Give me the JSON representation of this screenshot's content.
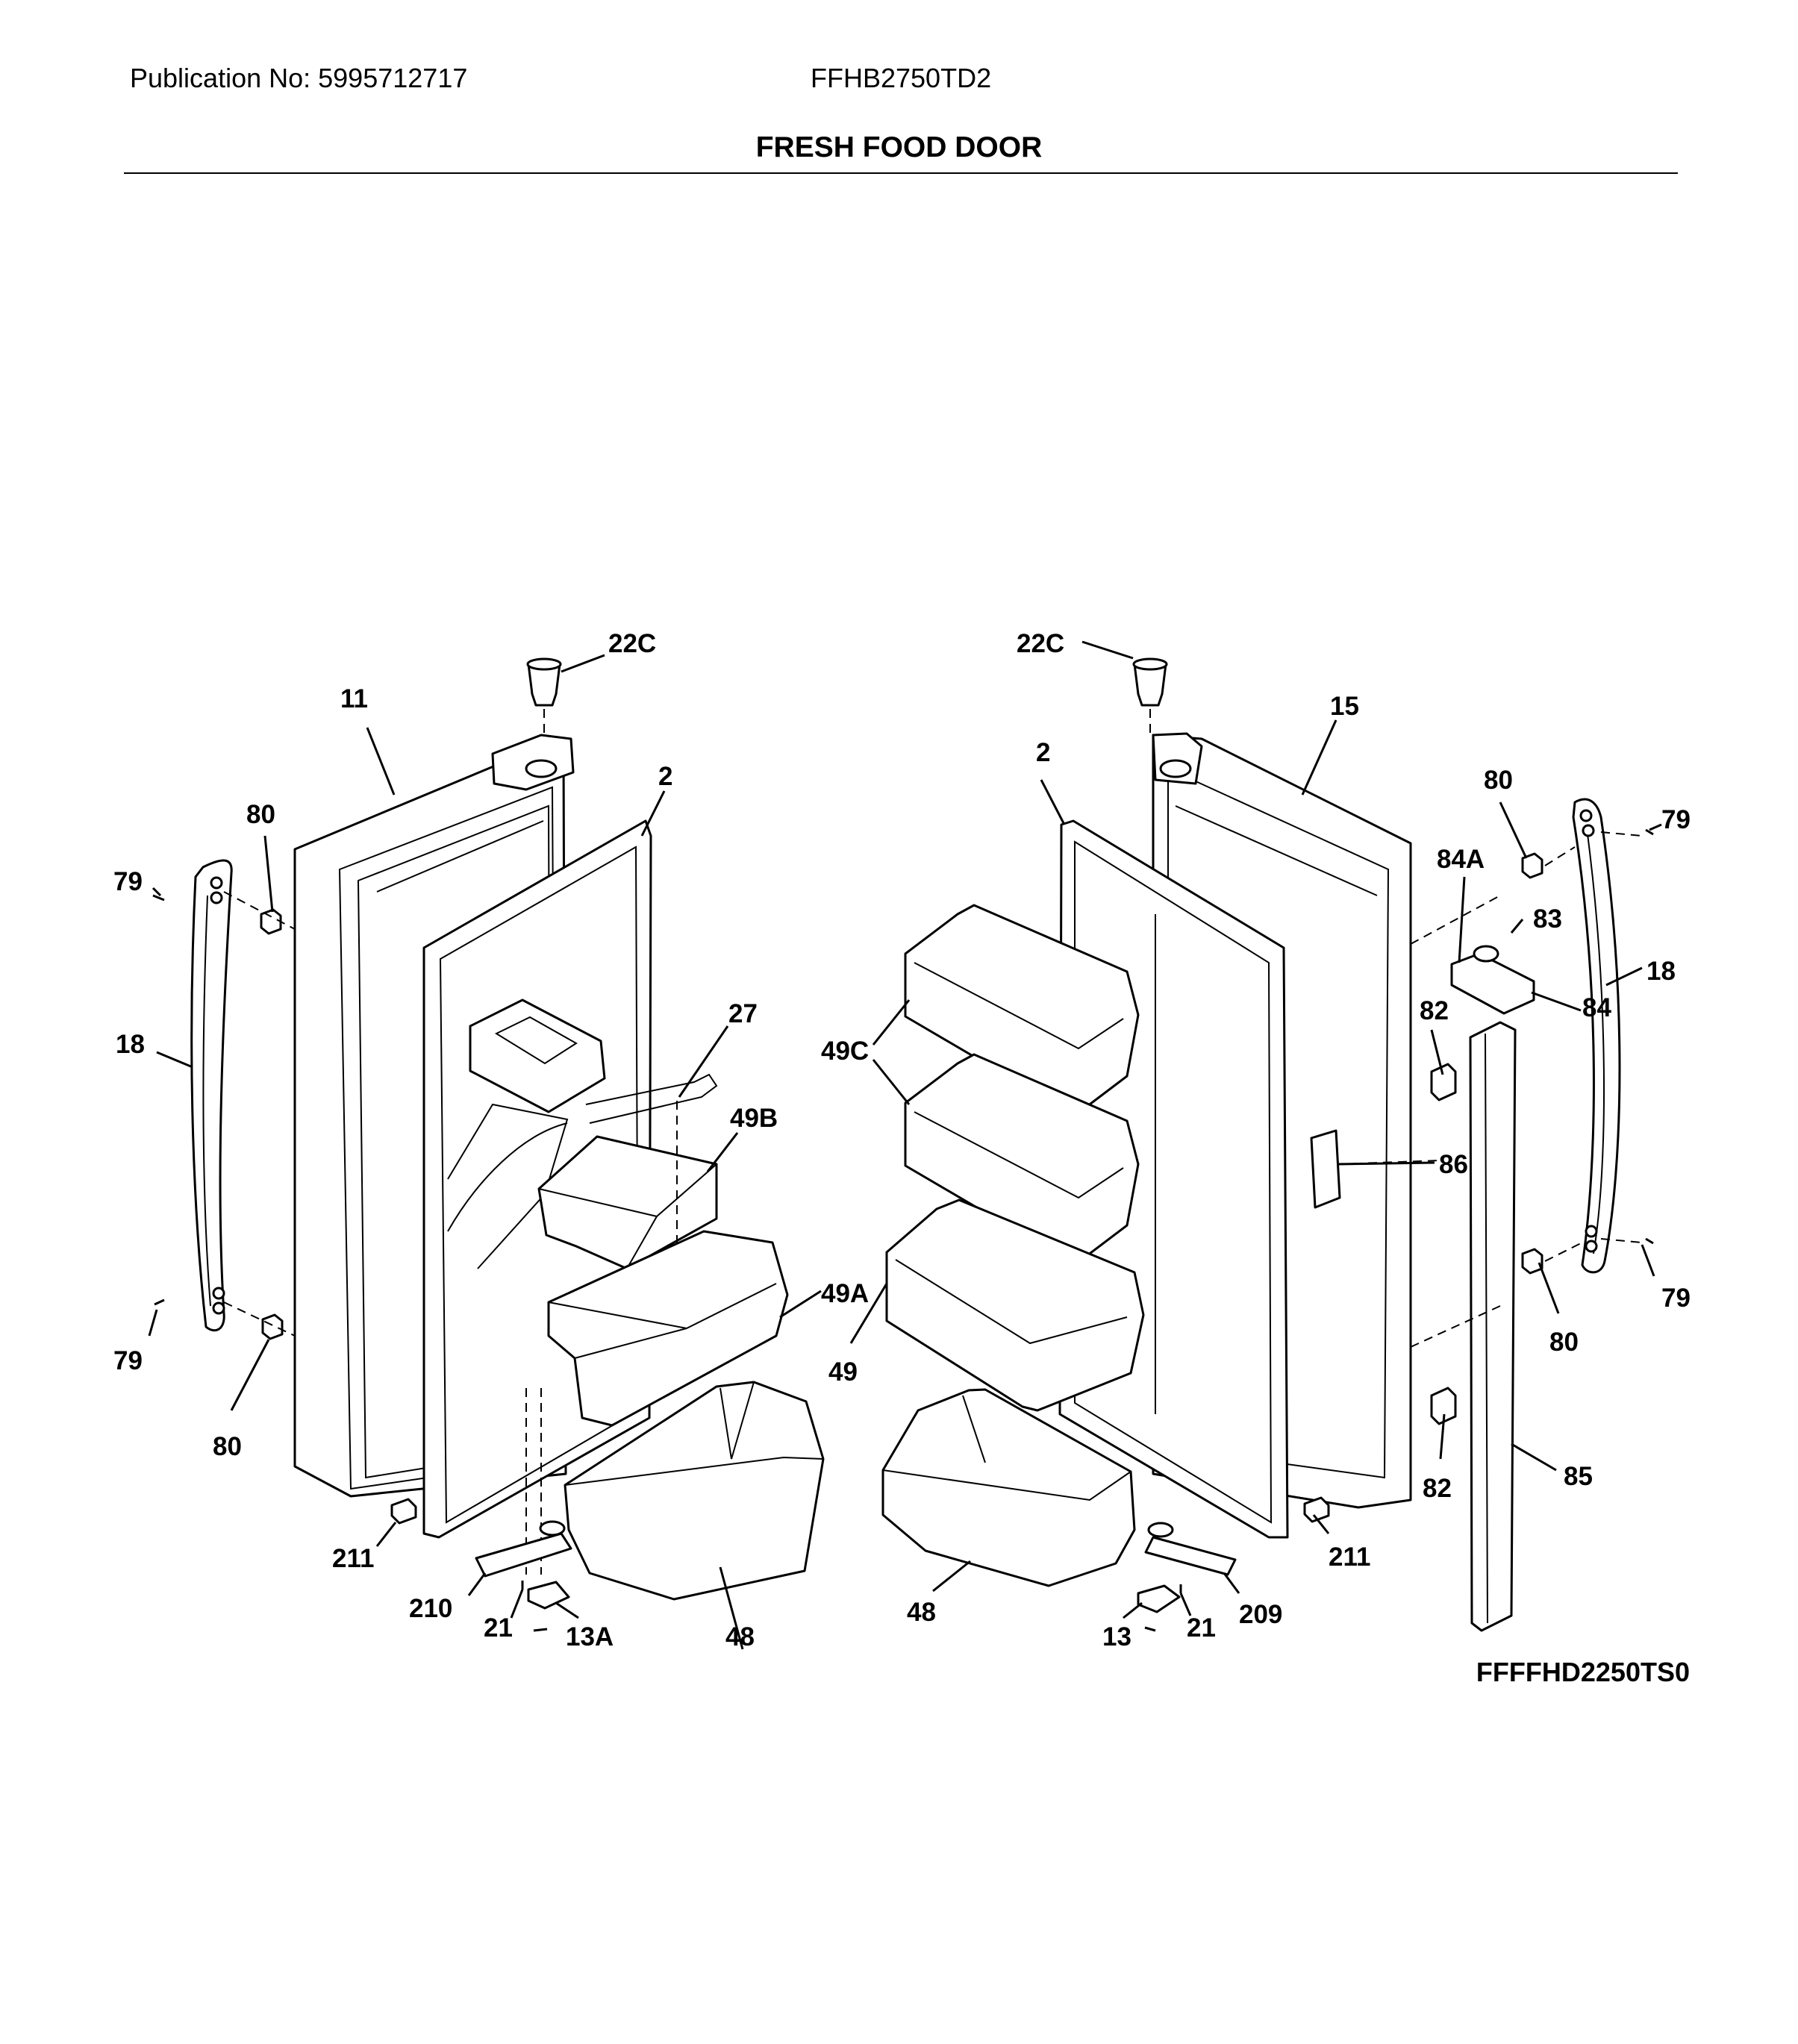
{
  "header": {
    "publication": "Publication No: 5995712717",
    "model": "FFHB2750TD2",
    "title": "FRESH FOOD DOOR"
  },
  "footer": {
    "drawing_code": "FFFFHD2250TS0"
  },
  "callouts": {
    "c22c_l": "22C",
    "c11": "11",
    "c2_l": "2",
    "c80_ltop": "80",
    "c79_ltop": "79",
    "c18_l": "18",
    "c27": "27",
    "c49b": "49B",
    "c49a": "49A",
    "c79_lbot": "79",
    "c80_lbot": "80",
    "c211_l": "211",
    "c210": "210",
    "c21_l": "21",
    "c13a": "13A",
    "c48_l": "48",
    "c22c_r": "22C",
    "c2_r": "2",
    "c15": "15",
    "c80_rtop": "80",
    "c79_rtop": "79",
    "c84a": "84A",
    "c83": "83",
    "c84": "84",
    "c18_r": "18",
    "c82_top": "82",
    "c49c": "49C",
    "c86": "86",
    "c49": "49",
    "c80_rbot": "80",
    "c79_rbot": "79",
    "c82_bot": "82",
    "c85": "85",
    "c211_r": "211",
    "c48_r": "48",
    "c209": "209",
    "c13": "13",
    "c21_r": "21"
  }
}
